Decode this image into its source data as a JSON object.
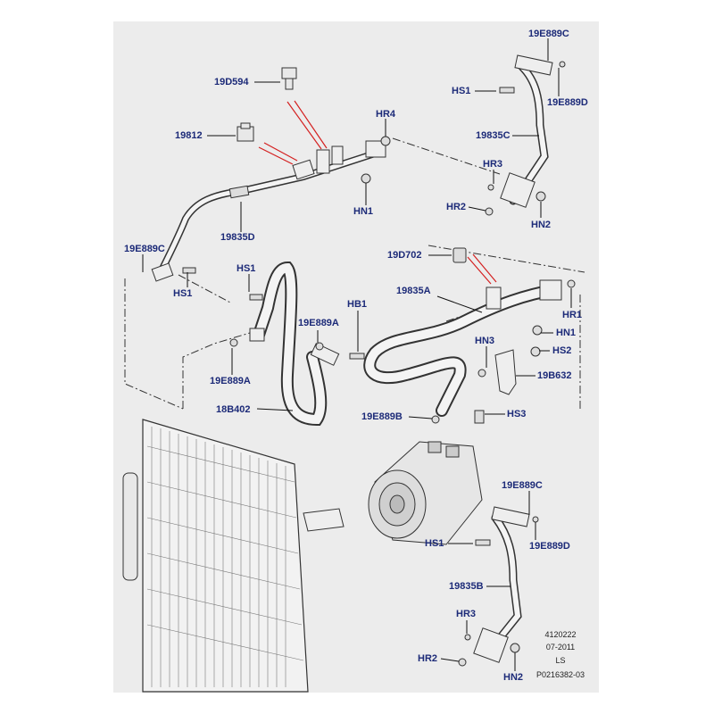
{
  "labels": {
    "l_19d594": "19D594",
    "l_19812": "19812",
    "l_hr4": "HR4",
    "l_hn1_top": "HN1",
    "l_19835d": "19835D",
    "l_19e889c_left": "19E889C",
    "l_hs1_left": "HS1",
    "l_19e889c_tr": "19E889C",
    "l_hs1_tr": "HS1",
    "l_19e889d_tr": "19E889D",
    "l_19835c": "19835C",
    "l_hr3_tr": "HR3",
    "l_hr2_tr": "HR2",
    "l_hn2_tr": "HN2",
    "l_19d702": "19D702",
    "l_19835a": "19835A",
    "l_hr1": "HR1",
    "l_hn1_mid": "HN1",
    "l_hn3": "HN3",
    "l_hs2": "HS2",
    "l_19b632": "19B632",
    "l_hs1_mid": "HS1",
    "l_hb1": "HB1",
    "l_19e889a_mid": "19E889A",
    "l_19e889a_left": "19E889A",
    "l_18b402": "18B402",
    "l_19e889b": "19E889B",
    "l_hs3": "HS3",
    "l_19e889c_br": "19E889C",
    "l_hs1_br": "HS1",
    "l_19e889d_br": "19E889D",
    "l_19835b": "19835B",
    "l_hr3_br": "HR3",
    "l_hr2_br": "HR2",
    "l_hn2_br": "HN2"
  },
  "meta": {
    "code": "4120222",
    "date": "07-2011",
    "initials": "LS",
    "ref": "P0216382-03"
  }
}
